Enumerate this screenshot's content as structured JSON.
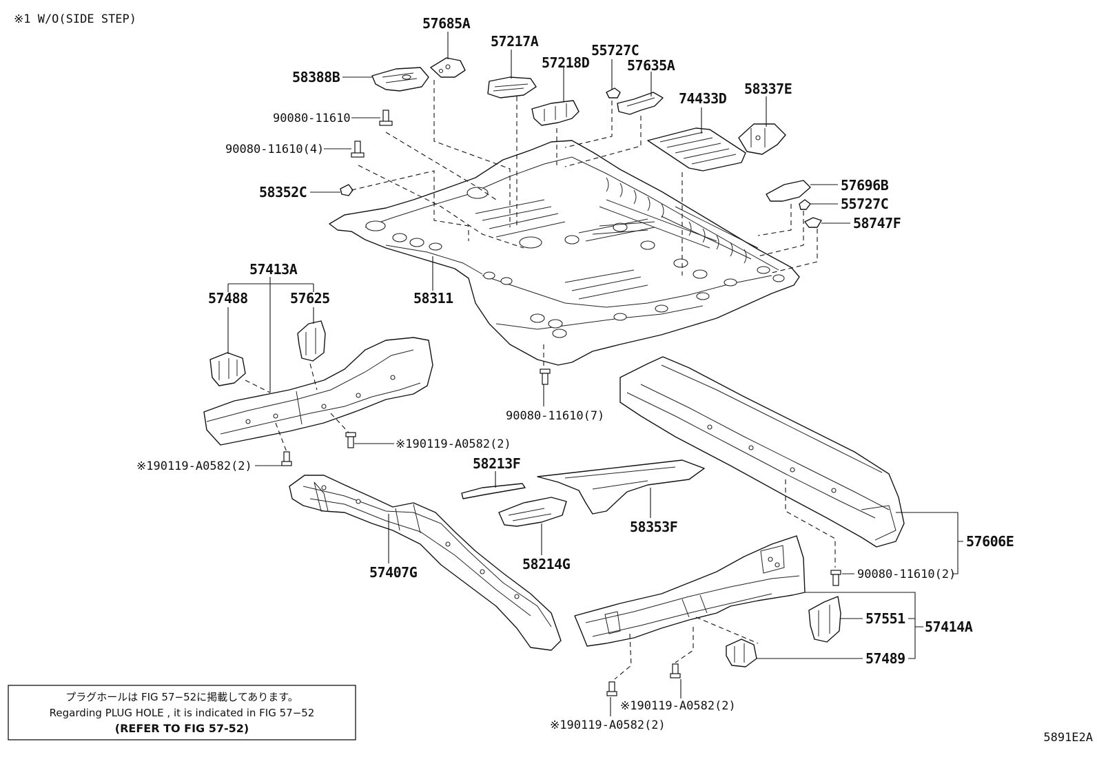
{
  "header_note": "※1 W/O(SIDE STEP)",
  "figure_code": "5891E2A",
  "notice": {
    "line1": "プラグホールは FIG 57−52に掲載してあります。",
    "line2": "Regarding  PLUG  HOLE , it is indicated in  FIG  57−52",
    "line3": "(REFER TO FIG 57-52)"
  },
  "labels": {
    "p57685A": "57685A",
    "p57217A": "57217A",
    "p55727C_top": "55727C",
    "p57218D": "57218D",
    "p57635A": "57635A",
    "p58388B": "58388B",
    "p74433D": "74433D",
    "p58337E": "58337E",
    "b90080_11610": "90080-11610",
    "b90080_11610_4": "90080-11610(4)",
    "p58352C": "58352C",
    "p57696B": "57696B",
    "p55727C_right": "55727C",
    "p58747F": "58747F",
    "p57413A": "57413A",
    "p57488": "57488",
    "p57625": "57625",
    "p58311": "58311",
    "b90080_11610_7": "90080-11610(7)",
    "b190119_a": "※190119-A0582(2)",
    "b190119_b": "※190119-A0582(2)",
    "p58213F": "58213F",
    "p58353F": "58353F",
    "p57407G": "57407G",
    "p58214G": "58214G",
    "p57606E": "57606E",
    "b90080_11610_2": "90080-11610(2)",
    "p57551": "57551",
    "p57414A": "57414A",
    "p57489": "57489",
    "b190119_c": "※190119-A0582(2)",
    "b190119_d": "※190119-A0582(2)"
  }
}
